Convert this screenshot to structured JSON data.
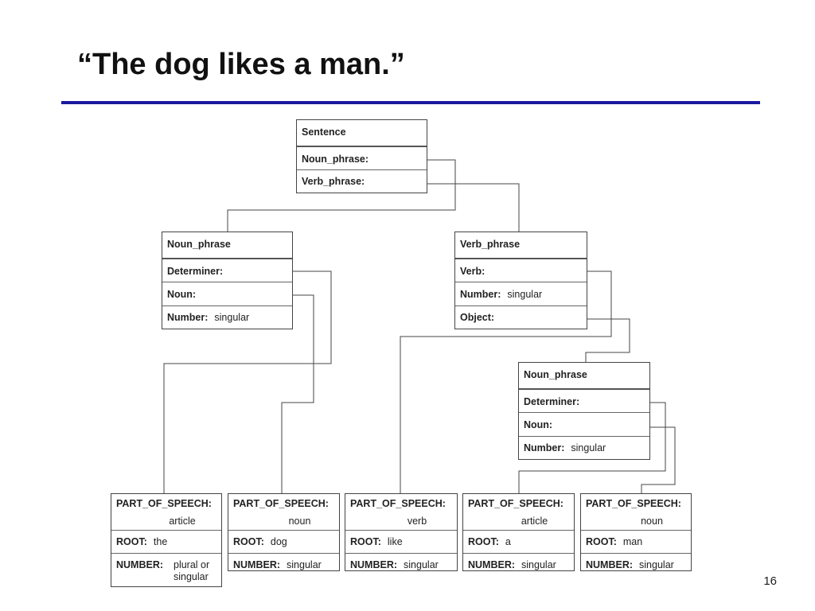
{
  "title": "“The dog likes a man.”",
  "page_number": "16",
  "sentence": {
    "header": "Sentence",
    "noun_phrase_label": "Noun_phrase:",
    "verb_phrase_label": "Verb_phrase:"
  },
  "subject_np": {
    "header": "Noun_phrase",
    "determiner_label": "Determiner:",
    "noun_label": "Noun:",
    "number_label": "Number:",
    "number_value": "singular"
  },
  "verb_phrase": {
    "header": "Verb_phrase",
    "verb_label": "Verb:",
    "number_label": "Number:",
    "number_value": "singular",
    "object_label": "Object:"
  },
  "object_np": {
    "header": "Noun_phrase",
    "determiner_label": "Determiner:",
    "noun_label": "Noun:",
    "number_label": "Number:",
    "number_value": "singular"
  },
  "lexicon": [
    {
      "pos_label": "PART_OF_SPEECH:",
      "pos": "article",
      "root_label": "ROOT:",
      "root": "the",
      "number_label": "NUMBER:",
      "number": "plural or singular"
    },
    {
      "pos_label": "PART_OF_SPEECH:",
      "pos": "noun",
      "root_label": "ROOT:",
      "root": "dog",
      "number_label": "NUMBER:",
      "number": "singular"
    },
    {
      "pos_label": "PART_OF_SPEECH:",
      "pos": "verb",
      "root_label": "ROOT:",
      "root": "like",
      "number_label": "NUMBER:",
      "number": "singular"
    },
    {
      "pos_label": "PART_OF_SPEECH:",
      "pos": "article",
      "root_label": "ROOT:",
      "root": "a",
      "number_label": "NUMBER:",
      "number": "singular"
    },
    {
      "pos_label": "PART_OF_SPEECH:",
      "pos": "noun",
      "root_label": "ROOT:",
      "root": "man",
      "number_label": "NUMBER:",
      "number": "singular"
    }
  ]
}
